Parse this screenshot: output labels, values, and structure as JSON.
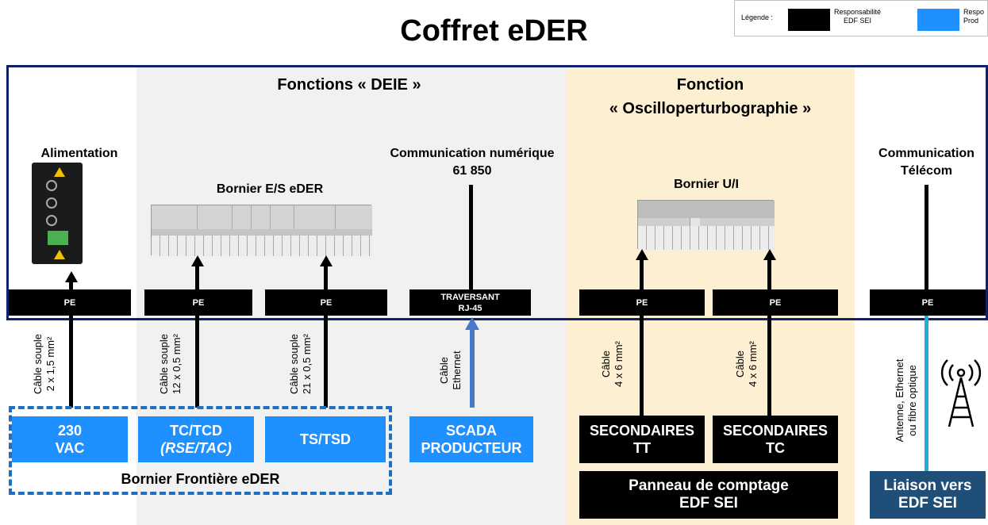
{
  "title": "Coffret eDER",
  "legend": {
    "label": "Légende :",
    "item1": "Responsabilité\nEDF SEI",
    "item2": "Respo\nProd"
  },
  "sections": {
    "deie": "Fonctions « DEIE »",
    "oscillo": "Fonction\n« Oscilloperturbographie »"
  },
  "labels": {
    "alimentation": "Alimentation",
    "bornier_es": "Bornier E/S eDER",
    "comm_num": "Communication numérique\n61 850",
    "bornier_ui": "Bornier U/I",
    "comm_telecom": "Communication\nTélécom"
  },
  "pe_boxes": [
    "PE",
    "PE",
    "PE",
    "TRAVERSANT\nRJ-45",
    "PE",
    "PE",
    "PE"
  ],
  "cables": [
    "Câble souple\n2 x 1,5 mm²",
    "Câble souple\n12 x 0,5 mm²",
    "Câble souple\n21 x 0,5 mm²",
    "Câble\nEthernet",
    "Câble\n4 x 6 mm²",
    "Câble\n4 x 6 mm²",
    "Antenne, Ethernet\nou fibre optique"
  ],
  "bottom": {
    "vac_line1": "230",
    "vac_line2": "VAC",
    "tc_line1": "TC/TCD",
    "tc_line2": "(RSE/TAC)",
    "ts": "TS/TSD",
    "scada": "SCADA\nPRODUCTEUR",
    "sec_tt": "SECONDAIRES\nTT",
    "sec_tc": "SECONDAIRES\nTC",
    "frontiere": "Bornier Frontière eDER",
    "panneau": "Panneau de comptage\nEDF SEI",
    "liaison": "Liaison vers\nEDF SEI"
  },
  "colors": {
    "frame": "#10206b",
    "blue_box": "#1e90ff",
    "liaison_box": "#1f4e79",
    "ethernet_line": "#4a78c8",
    "telecom_line": "#29a8e0"
  }
}
